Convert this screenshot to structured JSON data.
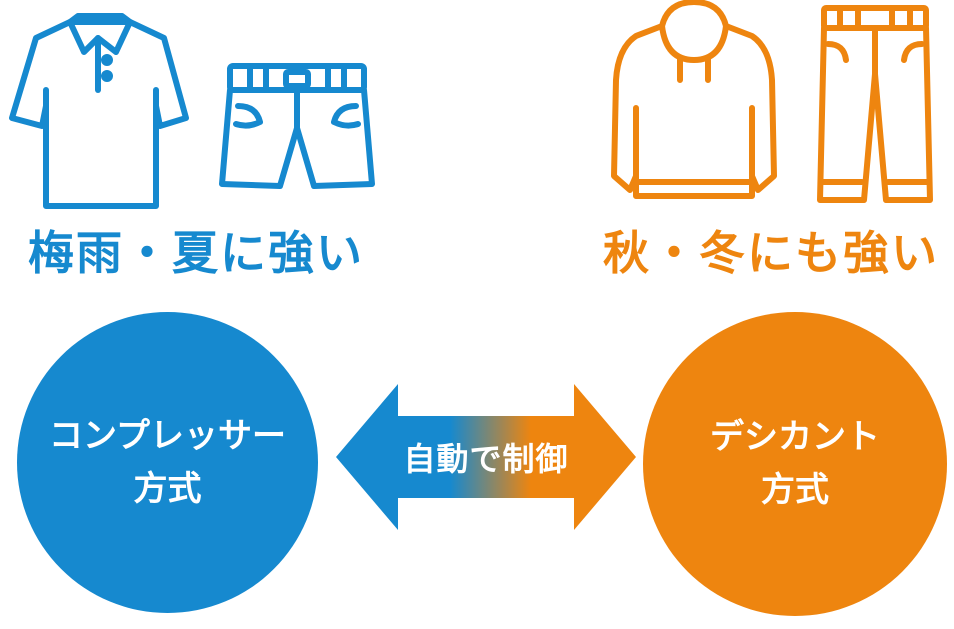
{
  "colors": {
    "blue": "#1689cf",
    "orange": "#ee850f",
    "white": "#ffffff"
  },
  "left": {
    "heading": "梅雨・夏に強い",
    "icons": [
      "polo-shirt-icon",
      "shorts-icon"
    ],
    "circle_line1": "コンプレッサー",
    "circle_line2": "方式"
  },
  "right": {
    "heading": "秋・冬にも強い",
    "icons": [
      "hoodie-icon",
      "pants-icon"
    ],
    "circle_line1": "デシカント",
    "circle_line2": "方式"
  },
  "arrow": {
    "label": "自動で制御"
  }
}
